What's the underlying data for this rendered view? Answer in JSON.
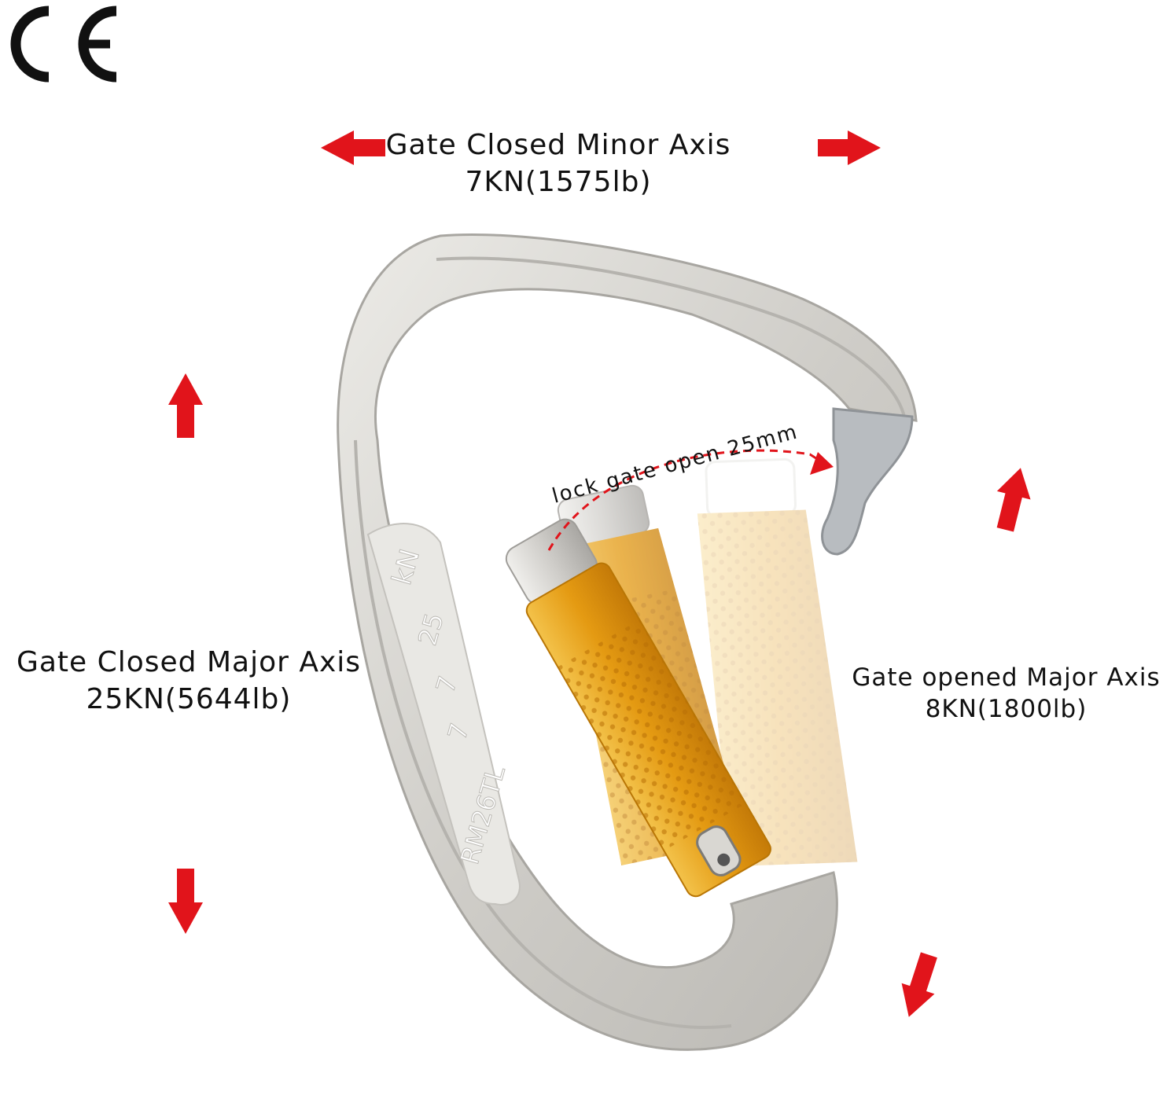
{
  "certification_mark": "CE",
  "labels": {
    "minor_axis": {
      "title": "Gate Closed Minor Axis",
      "value": "7KN(1575lb)"
    },
    "major_axis_closed": {
      "title": "Gate Closed Major Axis",
      "value": "25KN(5644lb)"
    },
    "major_axis_open": {
      "title": "Gate opened Major Axis",
      "value": "8KN(1800lb)"
    },
    "gate_opening": "lock gate open 25mm"
  },
  "spine_engraving": {
    "unit": "kN",
    "major": "25",
    "minor": "7",
    "open": "7",
    "model": "RM26TL"
  },
  "colors": {
    "arrow": "#e1141b",
    "frame": "#d6d4cf",
    "gate": "#e8a21c",
    "text": "#111111"
  }
}
